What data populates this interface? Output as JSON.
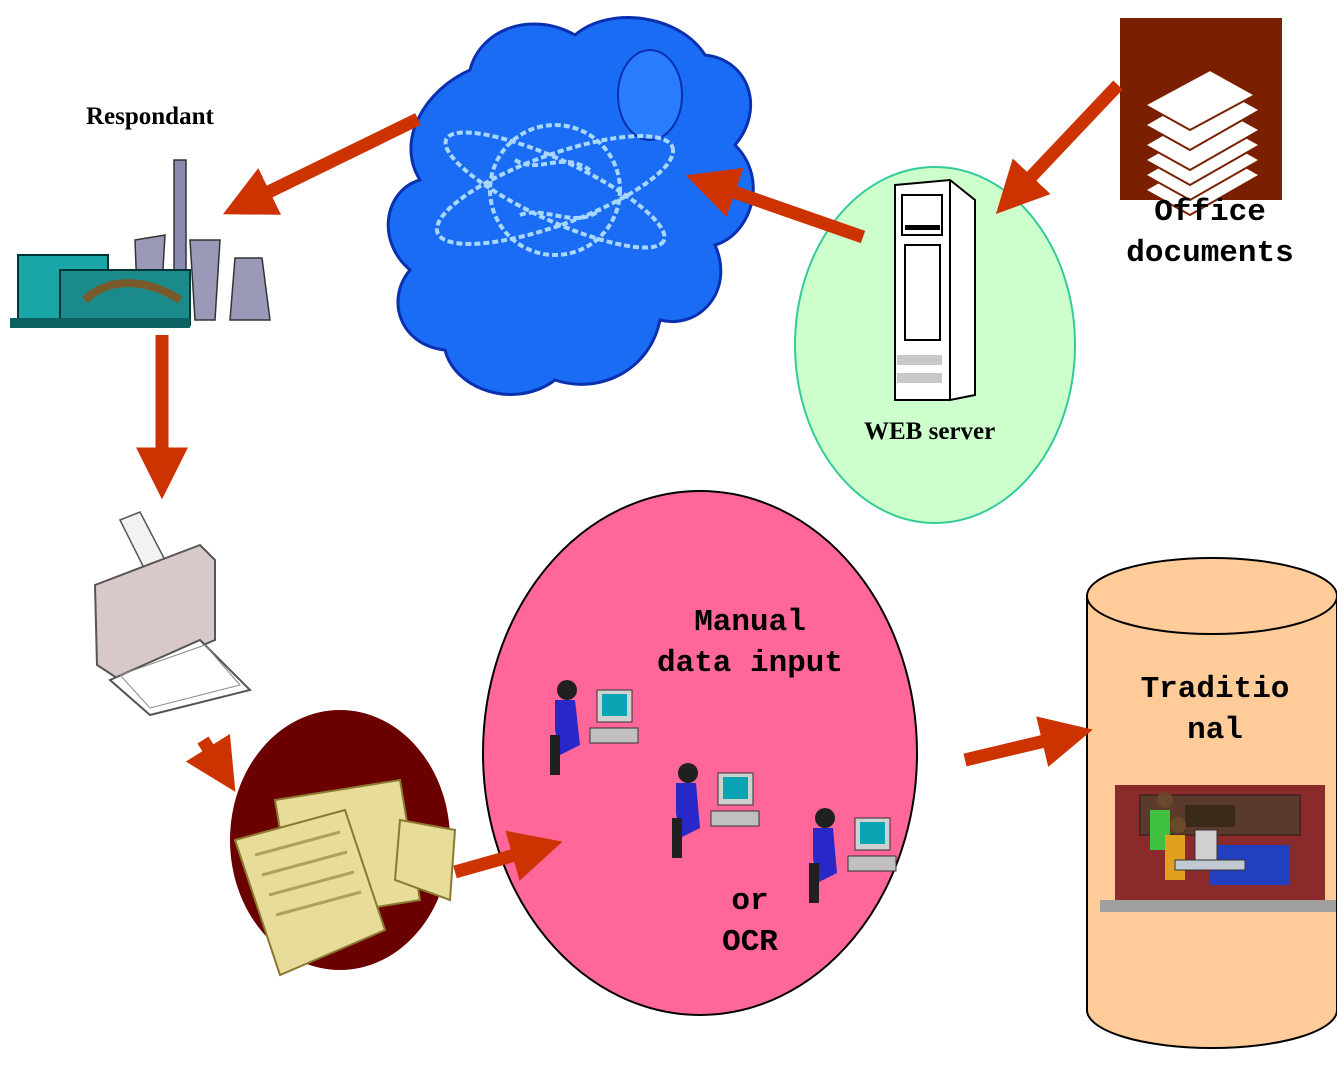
{
  "labels": {
    "respondant": "Respondant",
    "web_server": "WEB server",
    "office_documents_line1": "Office",
    "office_documents_line2": "documents",
    "manual_line1": "Manual",
    "manual_line2": "data input",
    "or": "or",
    "ocr": "OCR",
    "traditional_line1": "Traditio",
    "traditional_line2": "nal"
  },
  "colors": {
    "arrow": "#cc3300",
    "cloud": "#1a6cf5",
    "web_server_oval": "#ccffcc",
    "manual_oval": "#ff6699",
    "database": "#ffcc99",
    "office_docs_bg": "#7a2000",
    "forms_bg": "#6b0000"
  },
  "icons": [
    "factory-icon",
    "printer-icon",
    "forms-icon",
    "globe-icon",
    "server-icon",
    "documents-stack-icon",
    "operator-icon",
    "office-workstation-icon"
  ]
}
